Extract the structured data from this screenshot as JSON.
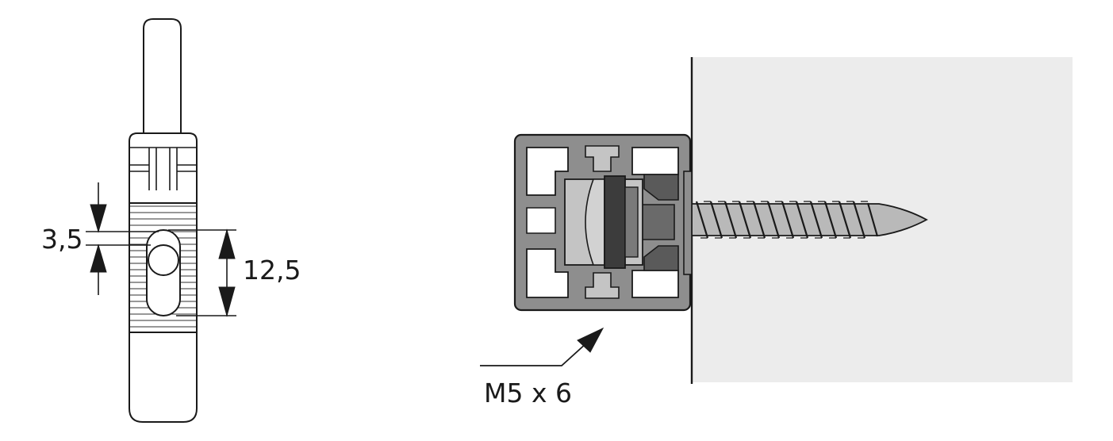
{
  "dimensions": {
    "slot_width": "3,5",
    "slot_length": "12,5"
  },
  "callout": {
    "screw_spec": "M5 x 6"
  },
  "colors": {
    "line": "#1a1a1a",
    "wall": "#ececec",
    "profile": "#8e8e8e",
    "profile_light": "#c4c4c4",
    "profile_dark": "#5a5a5a",
    "insert": "#d2d2d2",
    "screw": "#b9b9b9"
  },
  "icons": {
    "dimension_arrow": "triangle-arrowhead",
    "callout_arrow": "leader-arrow"
  }
}
